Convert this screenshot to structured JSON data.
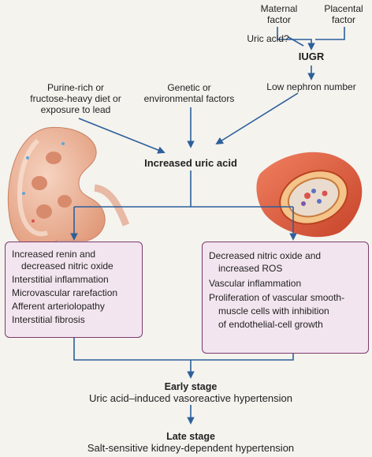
{
  "top": {
    "maternal": [
      "Maternal",
      "factor"
    ],
    "placental": [
      "Placental",
      "factor"
    ],
    "uric_q": "Uric acid?",
    "iugr": "IUGR",
    "nephron": "Low nephron number"
  },
  "causes": {
    "diet": [
      "Purine-rich or",
      "fructose-heavy diet or",
      "exposure to lead"
    ],
    "genetic": [
      "Genetic or",
      "environmental factors"
    ]
  },
  "center": "Increased uric acid",
  "left_box": [
    "Increased renin and",
    "decreased nitric oxide",
    "Interstitial inflammation",
    "Microvascular rarefaction",
    "Afferent arteriolopathy",
    "Interstitial fibrosis"
  ],
  "right_box": [
    "Decreased nitric oxide and",
    "increased ROS",
    "Vascular inflammation",
    "Proliferation of vascular smooth-",
    "muscle cells with inhibition",
    "of endothelial-cell growth"
  ],
  "early": {
    "title": "Early stage",
    "desc": "Uric acid–induced vasoreactive hypertension"
  },
  "late": {
    "title": "Late stage",
    "desc": "Salt-sensitive kidney-dependent hypertension"
  },
  "colors": {
    "line": "#2d5f9a",
    "box_border": "#7b3a6c",
    "box_fill": "#f3e5ef",
    "kidney": "#e9a98c",
    "vessel": "#d95a3c"
  }
}
